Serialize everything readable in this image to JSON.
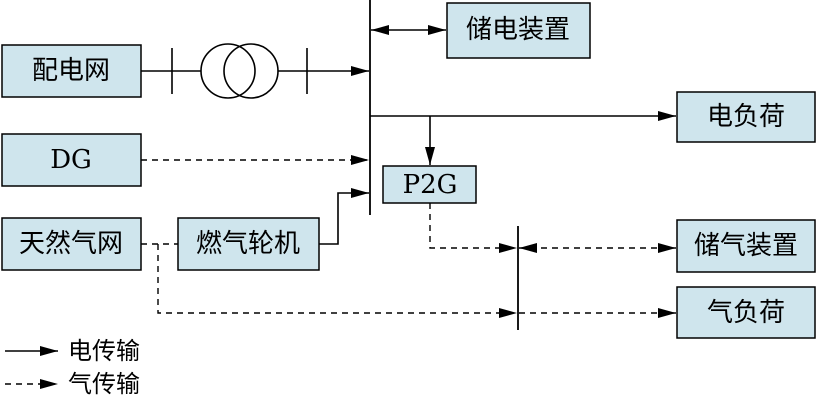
{
  "boxes": {
    "distribution_grid": "配电网",
    "dg": "DG",
    "natural_gas_grid": "天然气网",
    "gas_turbine": "燃气轮机",
    "electric_storage": "储电装置",
    "p2g": "P2G",
    "electric_load": "电负荷",
    "gas_storage": "储气装置",
    "gas_load": "气负荷"
  },
  "legend": {
    "electric_transmission": "电传输",
    "gas_transmission": "气传输"
  },
  "colors": {
    "box_fill": "#cfe5ed",
    "line": "#000000"
  }
}
